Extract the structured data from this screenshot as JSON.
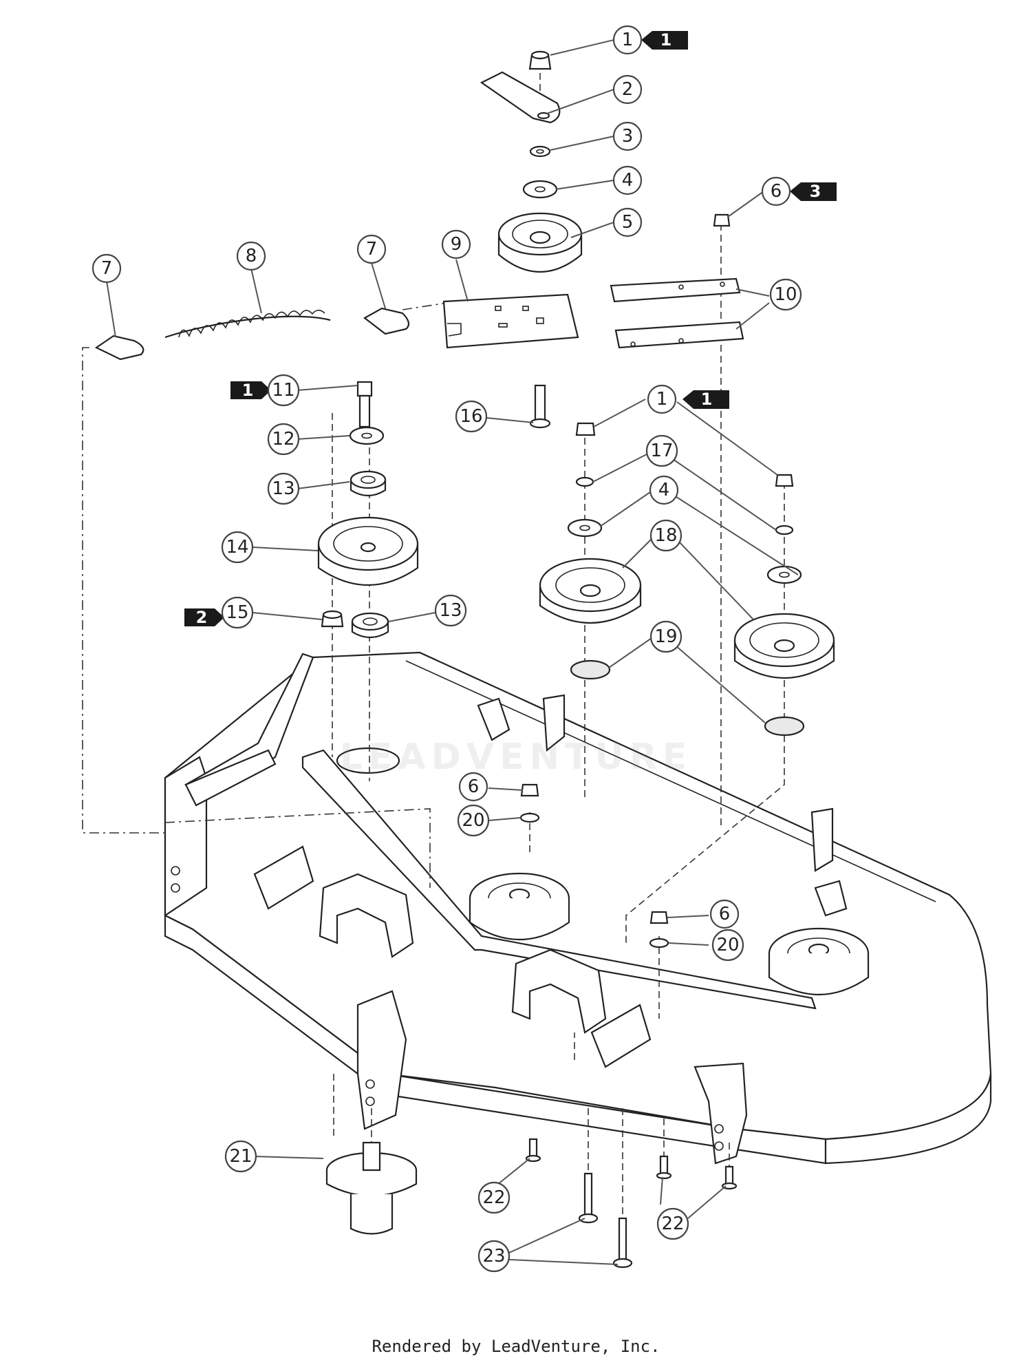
{
  "footer": "Rendered by LeadVenture, Inc.",
  "watermark": "LEADVENTURE",
  "callouts": [
    {
      "id": "c1a",
      "label": "1"
    },
    {
      "id": "c2",
      "label": "2"
    },
    {
      "id": "c3",
      "label": "3"
    },
    {
      "id": "c4a",
      "label": "4"
    },
    {
      "id": "c5",
      "label": "5"
    },
    {
      "id": "c6a",
      "label": "6"
    },
    {
      "id": "c7a",
      "label": "7"
    },
    {
      "id": "c8",
      "label": "8"
    },
    {
      "id": "c7b",
      "label": "7"
    },
    {
      "id": "c9",
      "label": "9"
    },
    {
      "id": "c10",
      "label": "10"
    },
    {
      "id": "c11",
      "label": "11"
    },
    {
      "id": "c12",
      "label": "12"
    },
    {
      "id": "c13a",
      "label": "13"
    },
    {
      "id": "c14",
      "label": "14"
    },
    {
      "id": "c15",
      "label": "15"
    },
    {
      "id": "c13b",
      "label": "13"
    },
    {
      "id": "c16",
      "label": "16"
    },
    {
      "id": "c1b",
      "label": "1"
    },
    {
      "id": "c17",
      "label": "17"
    },
    {
      "id": "c4b",
      "label": "4"
    },
    {
      "id": "c18",
      "label": "18"
    },
    {
      "id": "c19",
      "label": "19"
    },
    {
      "id": "c6b",
      "label": "6"
    },
    {
      "id": "c20a",
      "label": "20"
    },
    {
      "id": "c6c",
      "label": "6"
    },
    {
      "id": "c20b",
      "label": "20"
    },
    {
      "id": "c21",
      "label": "21"
    },
    {
      "id": "c22a",
      "label": "22"
    },
    {
      "id": "c22b",
      "label": "22"
    },
    {
      "id": "c23",
      "label": "23"
    }
  ],
  "flags": [
    {
      "id": "f1a",
      "label": "1"
    },
    {
      "id": "f3",
      "label": "3"
    },
    {
      "id": "f1b",
      "label": "1"
    },
    {
      "id": "f1c",
      "label": "1"
    },
    {
      "id": "f2",
      "label": "2"
    }
  ]
}
